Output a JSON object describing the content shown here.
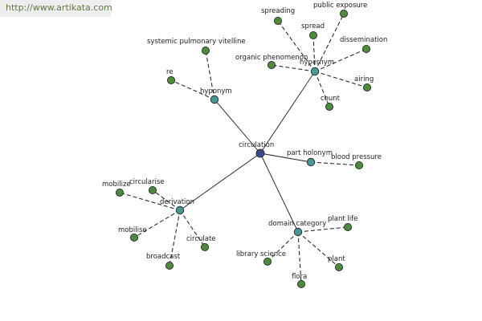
{
  "watermark": "http://www.artikata.com",
  "center": {
    "id": "circulation",
    "label": "circulation"
  },
  "relations": [
    {
      "id": "hypernym",
      "label": "hypernym",
      "leaves": [
        {
          "id": "spreading",
          "label": "spreading"
        },
        {
          "id": "public-exposure",
          "label": "public exposure"
        },
        {
          "id": "spread",
          "label": "spread"
        },
        {
          "id": "dissemination",
          "label": "dissemination"
        },
        {
          "id": "organic-phenomenon",
          "label": "organic phenomenon"
        },
        {
          "id": "airing",
          "label": "airing"
        },
        {
          "id": "count",
          "label": "count"
        }
      ]
    },
    {
      "id": "hyponym",
      "label": "hyponym",
      "leaves": [
        {
          "id": "systemic-pulmonary-vitelline",
          "label": "systemic pulmonary vitelline"
        },
        {
          "id": "re",
          "label": "re"
        }
      ]
    },
    {
      "id": "part-holonym",
      "label": "part holonym",
      "leaves": [
        {
          "id": "blood-pressure",
          "label": "blood pressure"
        }
      ]
    },
    {
      "id": "derivation",
      "label": "derivation",
      "leaves": [
        {
          "id": "mobilize",
          "label": "mobilize"
        },
        {
          "id": "circularise",
          "label": "circularise"
        },
        {
          "id": "mobilise",
          "label": "mobilise"
        },
        {
          "id": "broadcast",
          "label": "broadcast"
        },
        {
          "id": "circulate",
          "label": "circulate"
        }
      ]
    },
    {
      "id": "domain-category",
      "label": "domain category",
      "leaves": [
        {
          "id": "plant-life",
          "label": "plant life"
        },
        {
          "id": "library-science",
          "label": "library science"
        },
        {
          "id": "plant",
          "label": "plant"
        },
        {
          "id": "flora",
          "label": "flora"
        }
      ]
    }
  ],
  "colors": {
    "center_node": "#3d4a8c",
    "relation_node": "#4a9696",
    "leaf_node": "#4e8a3d",
    "edge": "#1a1a1a",
    "watermark_text": "#5f7b41",
    "watermark_bg": "#eeeeee"
  }
}
